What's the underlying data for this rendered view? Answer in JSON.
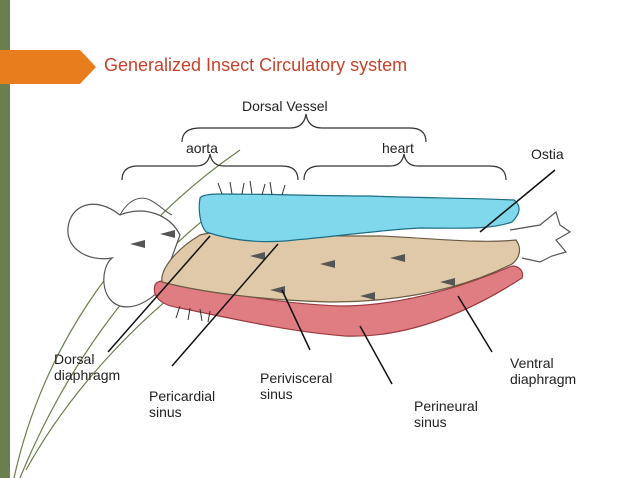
{
  "title": "Generalized Insect Circulatory system",
  "labels": {
    "dorsal_vessel": "Dorsal Vessel",
    "aorta": "aorta",
    "heart": "heart",
    "ostia": "Ostia",
    "dorsal_diaphragm": "Dorsal\ndiaphragm",
    "pericardial_sinus": "Pericardial\nsinus",
    "perivisceral_sinus": "Perivisceral\nsinus",
    "perineural_sinus": "Perineural\nsinus",
    "ventral_diaphragm": "Ventral\ndiaphragm"
  },
  "colors": {
    "title": "#c8422a",
    "accent_bar": "#6b7f4e",
    "title_arrow": "#e87d1e",
    "dorsal_vessel_fill": "#7fd8ec",
    "perivisceral_fill": "#dfc9a8",
    "perineural_fill": "#e07d82"
  }
}
